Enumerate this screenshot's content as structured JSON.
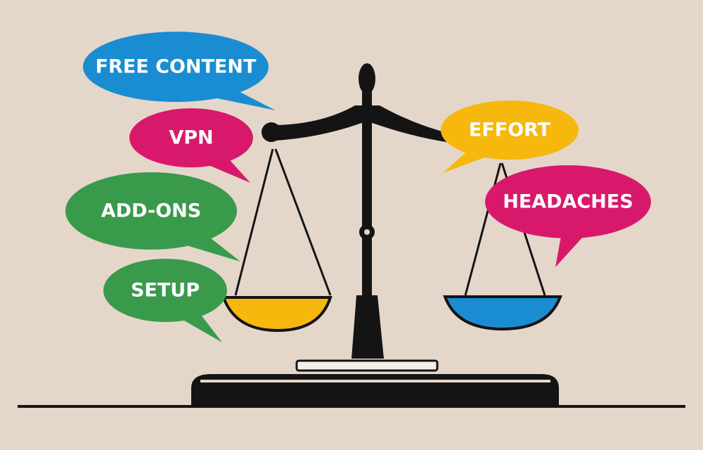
{
  "colors": {
    "background": "#e4d7ca",
    "blue": "#1a8dd2",
    "pink": "#d8196b",
    "green": "#3a9a4c",
    "yellow": "#f6b80c",
    "ink": "#141414"
  },
  "bubbles_left": [
    {
      "label": "FREE CONTENT",
      "color": "blue"
    },
    {
      "label": "VPN",
      "color": "pink"
    },
    {
      "label": "ADD-ONS",
      "color": "green"
    },
    {
      "label": "SETUP",
      "color": "green"
    }
  ],
  "bubbles_right": [
    {
      "label": "EFFORT",
      "color": "yellow"
    },
    {
      "label": "HEADACHES",
      "color": "pink"
    }
  ]
}
